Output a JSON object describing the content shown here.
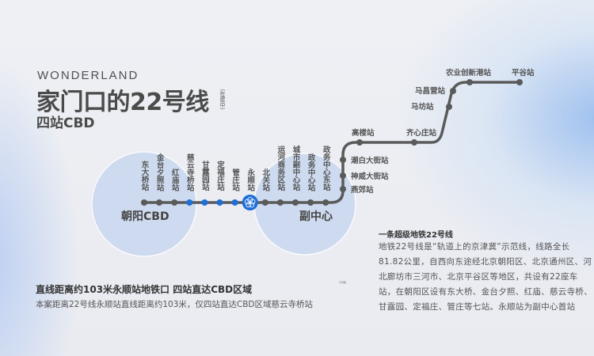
{
  "header": {
    "brand": "WONDERLAND",
    "title": "家门口的22号线",
    "status_note": "（在建中）",
    "subtitle": "四站CBD"
  },
  "map": {
    "line_color": "#5a5a5a",
    "highlight_color": "#1f6fd6",
    "zones": [
      "朝阳CBD",
      "副中心"
    ],
    "west_stations": [
      "东大桥站",
      "金台夕照站",
      "红庙站",
      "慈云寺桥站",
      "甘露园站",
      "定福庄站",
      "管庄站",
      "永顺站",
      "北关站",
      "运河商务区站",
      "城市副中心站",
      "政务中心站",
      "政务中心东站"
    ],
    "highlighted": [
      "慈云寺桥站",
      "甘露园站",
      "定福庄站",
      "管庄站",
      "永顺站"
    ],
    "east_stations": [
      "燕郊站",
      "神威大街站",
      "潮白大街站",
      "高楼站",
      "齐心庄站",
      "马坊站",
      "马昌营站",
      "农业创新港站",
      "平谷站"
    ]
  },
  "distance": {
    "heading": "直线距离约103米永顺站地铁口 四站直达CBD区域",
    "text": "本案距离22号线永顺站直线距离约103米，仅四站直达CBD区域慈云寺桥站"
  },
  "info": {
    "heading": "一条超级地铁22号线",
    "text": "地铁22号线是“轨道上的京津冀”示范线，线路全长81.82公里，自西向东途经北京朝阳区、北京通州区、河北廊坊市三河市、北京平谷区等地区，共设有22座车站，在朝阳区设有东大桥、金台夕照、红庙、慈云寺桥、甘露园、定福庄、管庄等七站。永顺站为副中心首站"
  },
  "note_small": "示意图"
}
